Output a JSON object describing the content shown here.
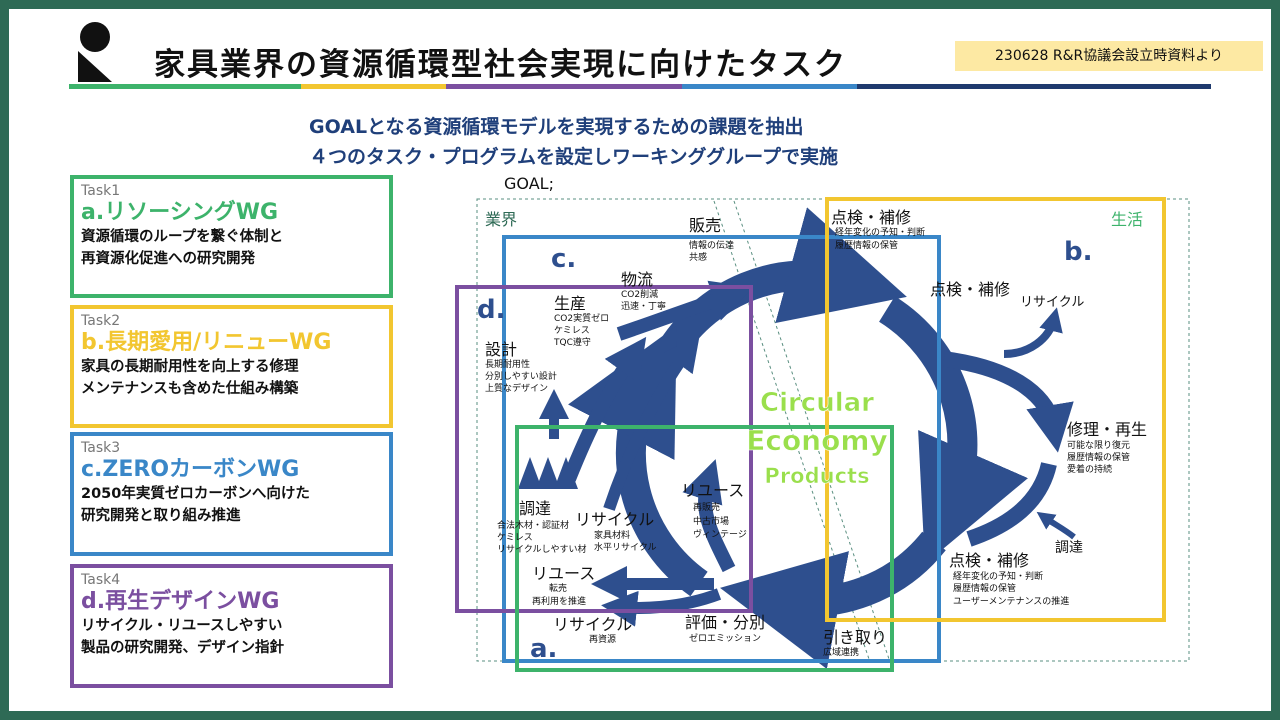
{
  "header": {
    "title": "家具業界の資源循環型社会実現に向けたタスク",
    "source_note": "230628 R&R協議会設立時資料より"
  },
  "goal": {
    "line1": "GOALとなる資源循環モデルを実現するための課題を抽出",
    "line2": "４つのタスク・プログラムを設定しワーキンググループで実施"
  },
  "tasks": [
    {
      "num": "Task1",
      "name": "a.リソーシングWG",
      "desc1": "資源循環のループを繋ぐ体制と",
      "desc2": "再資源化促進への研究開発",
      "color": "#3db36b"
    },
    {
      "num": "Task2",
      "name": "b.長期愛用/リニューWG",
      "desc1": "家具の長期耐用性を向上する修理",
      "desc2": "メンテナンスも含めた仕組み構築",
      "color": "#f2c630"
    },
    {
      "num": "Task3",
      "name": "c.ZEROカーボンWG",
      "desc1": "2050年実質ゼロカーボンへ向けた",
      "desc2": "研究開発と取り組み推進",
      "color": "#3a87c8"
    },
    {
      "num": "Task4",
      "name": "d.再生デザインWG",
      "desc1": "リサイクル・リユースしやすい",
      "desc2": "製品の研究開発、デザイン指針",
      "color": "#7b4fa0"
    }
  ],
  "colors": {
    "arrow": "#2e4f8e",
    "circular_text": "#9adf4c",
    "a": "#3db36b",
    "b": "#f2c630",
    "c": "#3a87c8",
    "d": "#7b4fa0"
  },
  "diagram": {
    "goal_label": "GOAL;",
    "industry_label": "業界",
    "life_label": "生活",
    "letters": {
      "a": "a.",
      "b": "b.",
      "c": "c.",
      "d": "d."
    },
    "center": {
      "line1": "Circular",
      "line2": "Economy",
      "line3": "Products"
    },
    "nodes": {
      "hanbai": {
        "title": "販売",
        "sub1": "情報の伝達",
        "sub2": "共感"
      },
      "butsuryu": {
        "title": "物流",
        "sub1": "CO2削減",
        "sub2": "迅速・丁寧"
      },
      "seisan": {
        "title": "生産",
        "sub1": "CO2実質ゼロ",
        "sub2": "ケミレス",
        "sub3": "TQC遵守"
      },
      "sekkei": {
        "title": "設計",
        "sub1": "長期耐用性",
        "sub2": "分別しやすい設計",
        "sub3": "上質なデザイン"
      },
      "chotatsu": {
        "title": "調達",
        "sub1": "合法木材・認証材",
        "sub2": "ケミレス",
        "sub3": "リサイクルしやすい材"
      },
      "recycle_mid": {
        "title": "リサイクル",
        "sub1": "家具材料",
        "sub2": "水平リサイクル"
      },
      "reuse_mid": {
        "title": "リユース",
        "sub1": "再販売",
        "sub2": "中古市場",
        "sub3": "ヴィンテージ"
      },
      "reuse_low": {
        "title": "リユース",
        "sub1": "転売",
        "sub2": "再利用を推進"
      },
      "recycle_low": {
        "title": "リサイクル",
        "sub1": "再資源"
      },
      "hyoka": {
        "title": "評価・分別",
        "sub1": "ゼロエミッション"
      },
      "hikitori": {
        "title": "引き取り",
        "sub1": "広域連携"
      },
      "tenken_top": {
        "title": "点検・補修",
        "sub1": "経年変化の予知・判断",
        "sub2": "履歴情報の保管"
      },
      "tenken_mid": {
        "title": "点検・補修"
      },
      "recycle_right": {
        "title": "リサイクル"
      },
      "shuri": {
        "title": "修理・再生",
        "sub1": "可能な限り復元",
        "sub2": "履歴情報の保管",
        "sub3": "愛着の持続"
      },
      "chotatsu_right": {
        "title": "調達"
      },
      "tenken_bottom": {
        "title": "点検・補修",
        "sub1": "経年変化の予知・判断",
        "sub2": "履歴情報の保管",
        "sub3": "ユーザーメンテナンスの推進"
      }
    }
  }
}
